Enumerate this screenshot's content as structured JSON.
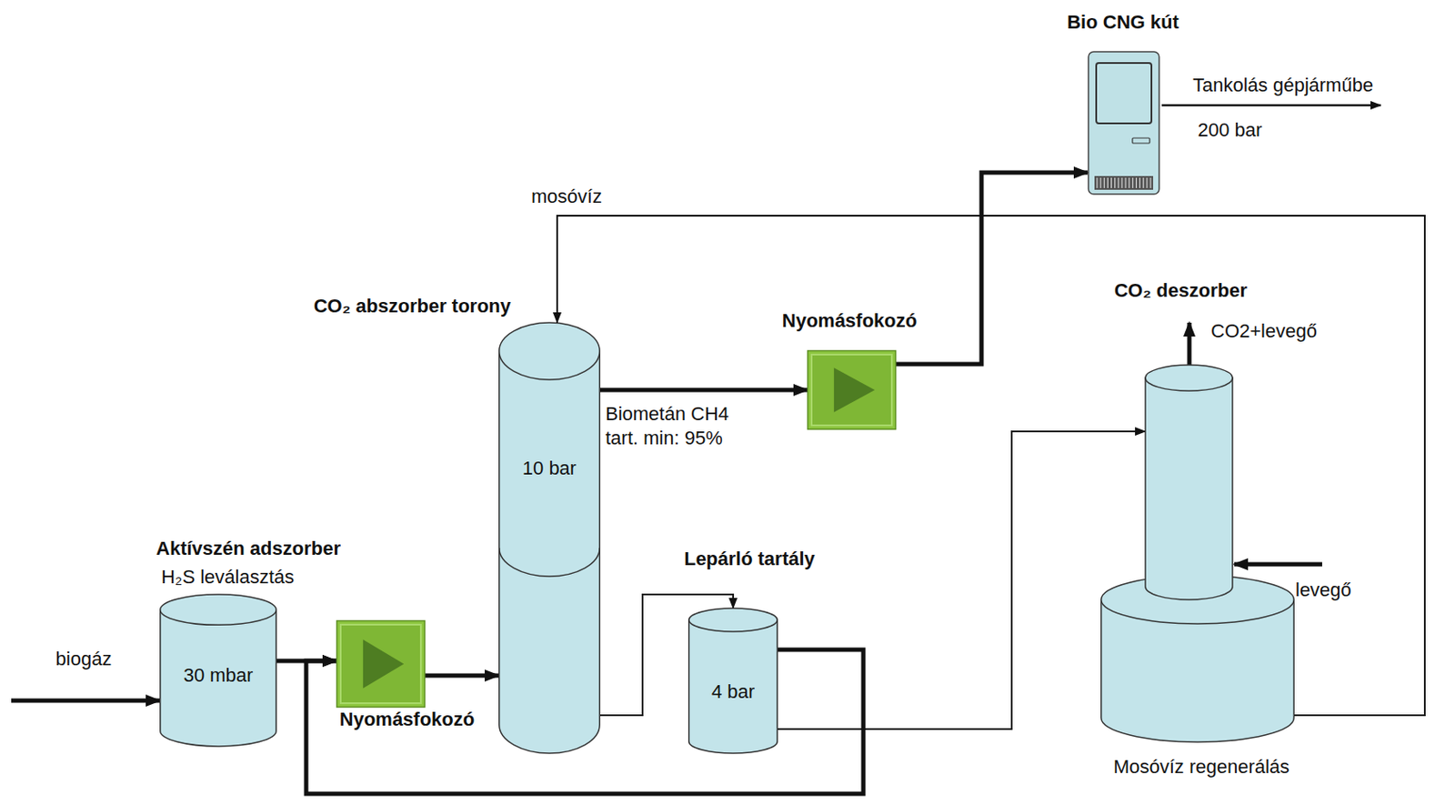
{
  "diagram": {
    "nodes": [
      {
        "text": [
          "Aktívszén adszorber",
          "H₂S leválasztás",
          "30 mbar"
        ]
      },
      {
        "text": [
          "Nyomásfokozó"
        ]
      },
      {
        "text": [
          "CO₂ abszorber torony",
          "10 bar"
        ]
      },
      {
        "text": [
          "Nyomásfokozó"
        ]
      },
      {
        "text": [
          "Bio CNG kút"
        ]
      },
      {
        "text": [
          "Lepárló tartály",
          "4 bar"
        ]
      },
      {
        "text": [
          "CO₂ deszorber",
          "Mosóvíz regenerálás"
        ]
      }
    ],
    "edges": [
      {
        "from": 0,
        "to": 1,
        "arrow": "to"
      },
      {
        "from": 1,
        "to": 2,
        "arrow": "to"
      },
      {
        "from": 2,
        "to": 3,
        "label": "Biometán CH4 tart. min: 95%",
        "arrow": "to"
      },
      {
        "from": 3,
        "to": 4,
        "arrow": "to"
      },
      {
        "from": 2,
        "to": 5,
        "arrow": "to"
      },
      {
        "from": 5,
        "to": 1,
        "arrow": "to"
      },
      {
        "from": 5,
        "to": 6,
        "arrow": "to"
      },
      {
        "from": 6,
        "to": 2,
        "label": "mosóvíz",
        "arrow": "to"
      }
    ],
    "labels": [
      "biogáz",
      "Tankolás gépjárműbe",
      "200 bar",
      "CO2+levegő",
      "levegő"
    ]
  }
}
